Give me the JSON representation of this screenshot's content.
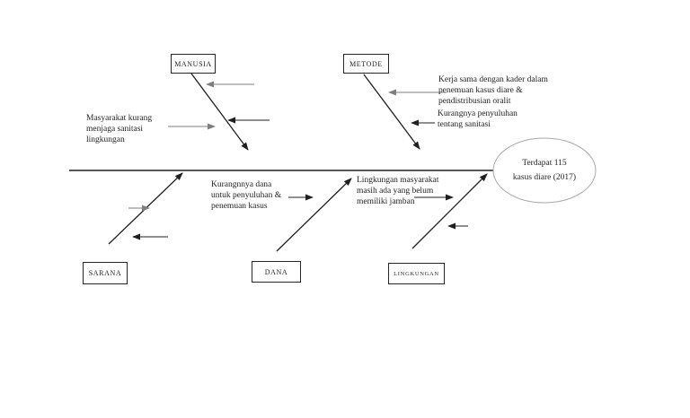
{
  "colors": {
    "ink": "#1f1f1f",
    "gray_arrow": "#7f7f7f",
    "ellipse_stroke": "#a8a8a8",
    "background": "#ffffff"
  },
  "effect": {
    "lines": [
      "Terdapat 115",
      "kasus diare (2017)"
    ]
  },
  "categories": {
    "manusia": {
      "label": "MANUSIA"
    },
    "metode": {
      "label": "METODE"
    },
    "sarana": {
      "label": "SARANA"
    },
    "dana": {
      "label": "DANA"
    },
    "lingkungan": {
      "label": "LINGKUNGAN"
    }
  },
  "causes": {
    "manusia_sanitasi": {
      "lines": [
        "Masyarakat kurang",
        "menjaga sanitasi",
        "lingkungan"
      ]
    },
    "metode_kader": {
      "lines": [
        "Kerja sama dengan kader dalam",
        "penemuan kasus diare &",
        "pendistribusian oralit"
      ]
    },
    "metode_penyuluhan": {
      "lines": [
        "Kurangnya penyuluhan",
        "tentang sanitasi"
      ]
    },
    "dana_kurang": {
      "lines": [
        "Kurangnnya dana",
        "untuk penyuluhan &",
        "penemuan kasus"
      ]
    },
    "lingkungan_jamban": {
      "lines": [
        "Lingkungan masyarakat",
        "masih ada yang belum",
        "memiliki jamban"
      ]
    }
  }
}
